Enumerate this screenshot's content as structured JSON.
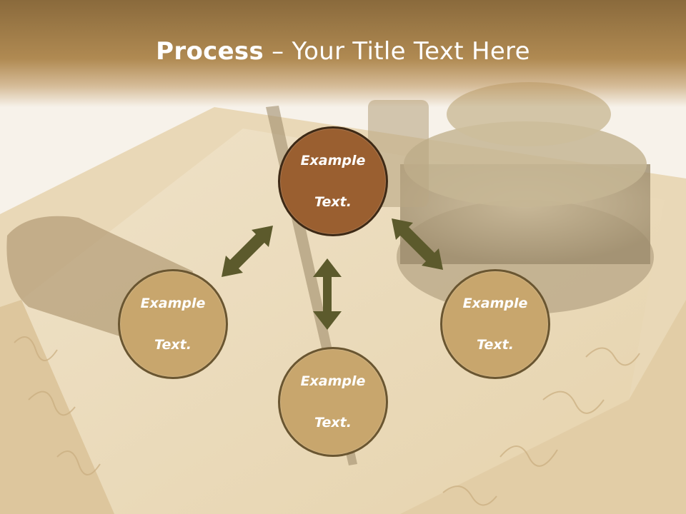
{
  "slide": {
    "title_bold": "Process",
    "title_rest": " – Your Title Text Here"
  },
  "circles": [
    {
      "line1": "Example",
      "line2": "Text."
    },
    {
      "line1": "Example",
      "line2": "Text."
    },
    {
      "line1": "Example",
      "line2": "Text."
    },
    {
      "line1": "Example",
      "line2": "Text."
    }
  ],
  "colors": {
    "title_bar": "#8a6a3c",
    "circle_primary": "#9a5f30",
    "circle_secondary": "#c8a66d",
    "arrow": "#5c5a2c"
  }
}
